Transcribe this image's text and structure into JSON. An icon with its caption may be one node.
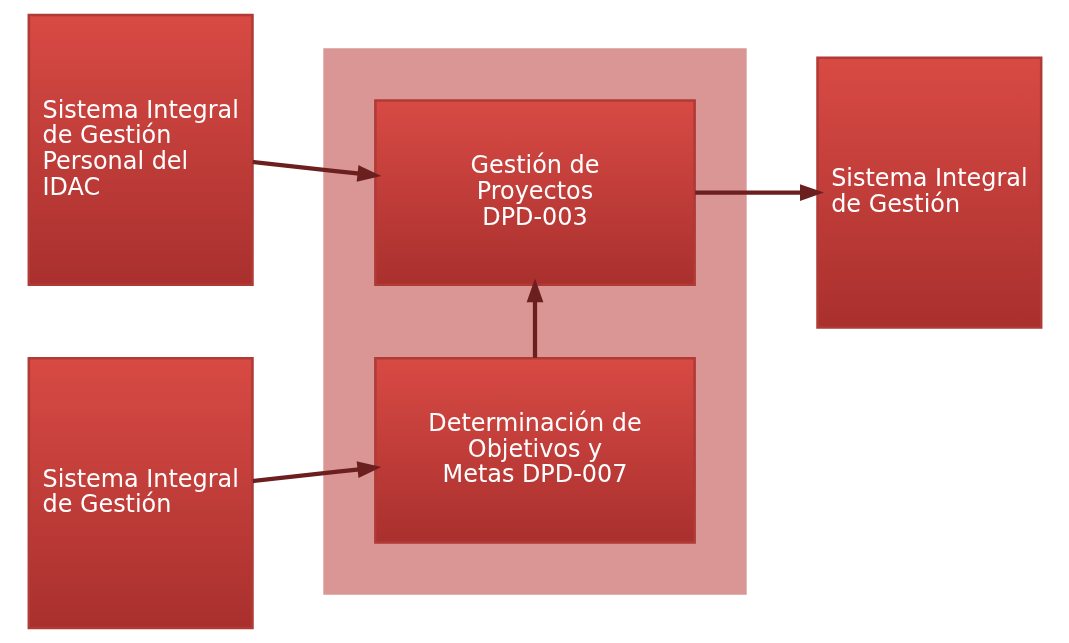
{
  "diagram": {
    "nodes": [
      {
        "text": [
          "Sistema Integral de Gestión",
          "Personal del IDAC"
        ]
      },
      {
        "text": [],
        "shape": "box"
      },
      {
        "text": [
          "Gestión de Proyectos DPD-003"
        ],
        "in": 1
      },
      {
        "text": [
          "Sistema Integral de Gestión"
        ]
      },
      {
        "text": [
          "Sistema Integral de Gestión"
        ]
      },
      {
        "text": [
          "Determinación de Objetivos y Metas DPD-007"
        ],
        "in": 1
      }
    ],
    "edges": [
      {
        "from": 0,
        "to": 2,
        "arrow": "to"
      },
      {
        "from": 2,
        "to": 3,
        "arrow": "to"
      },
      {
        "from": 5,
        "to": 2,
        "arrow": "to"
      },
      {
        "from": 4,
        "to": 5,
        "arrow": "to"
      }
    ]
  }
}
